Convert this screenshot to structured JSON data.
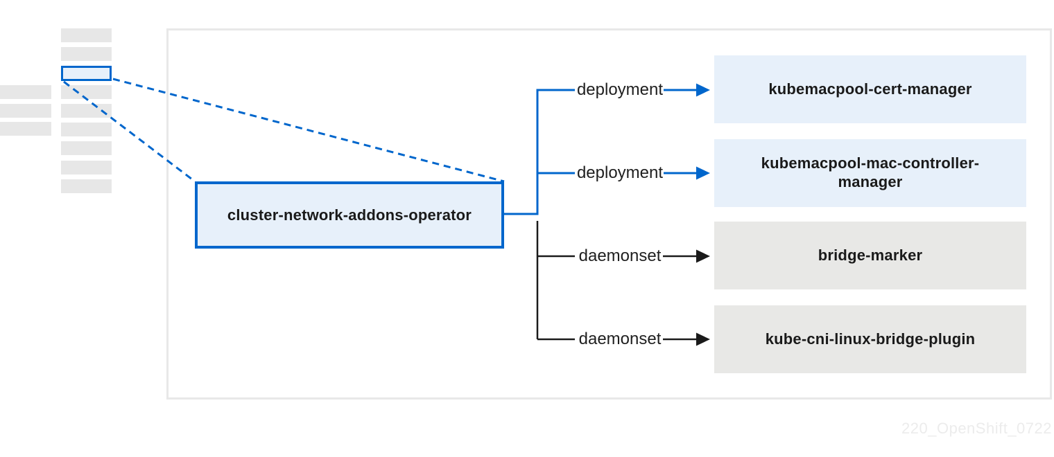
{
  "colors": {
    "accent_blue": "#0066cc",
    "light_blue_fill": "#e7f0fa",
    "gray_fill": "#e8e8e6",
    "placeholder_bar_gray": "#e7e7e7",
    "frame_border_gray": "#e8e8e8",
    "black_line": "#1a1a1a",
    "text_dark": "#1a1a1a",
    "watermark_gray": "#ececec"
  },
  "operator": {
    "label": "cluster-network-addons-operator"
  },
  "rows": [
    {
      "kind": "deployment",
      "target": "kubemacpool-cert-manager"
    },
    {
      "kind": "deployment",
      "target": "kubemacpool-mac-controller-manager"
    },
    {
      "kind": "daemonset",
      "target": "bridge-marker"
    },
    {
      "kind": "daemonset",
      "target": "kube-cni-linux-bridge-plugin"
    }
  ],
  "watermark": "220_OpenShift_0722"
}
